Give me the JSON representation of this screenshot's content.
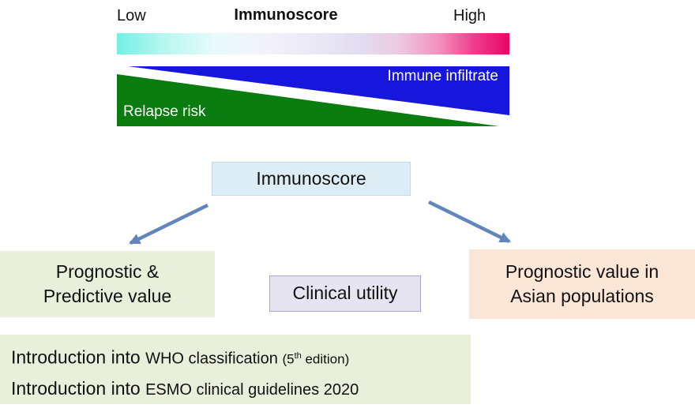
{
  "legend": {
    "low": "Low",
    "title": "Immunoscore",
    "high": "High",
    "gradient_left_color": "#72f0e4",
    "gradient_right_color": "#e70763"
  },
  "wedges": {
    "immune_label": "Immune infiltrate",
    "relapse_label": "Relapse risk",
    "immune_color": "#1616dc",
    "relapse_color": "#0b7c0f"
  },
  "node": {
    "label": "Immunoscore",
    "bg": "#dcedf5"
  },
  "arrows": {
    "color": "#6286bc"
  },
  "branches": {
    "prognostic": {
      "line1": "Prognostic &",
      "line2": "Predictive value",
      "bg": "#e9efda"
    },
    "clinical": {
      "label": "Clinical utility",
      "bg": "#e6e4f0"
    },
    "asian": {
      "line1": "Prognostic value in",
      "line2": "Asian populations",
      "bg": "#fce6d7"
    }
  },
  "guidelines": {
    "bg": "#e9efda",
    "who": {
      "lead": "Introduction into ",
      "body": "WHO classification ",
      "paren": "(5",
      "sup": "th",
      "tail": " edition)"
    },
    "esmo": {
      "lead": "Introduction into ",
      "body": "ESMO clinical guidelines 2020"
    }
  }
}
